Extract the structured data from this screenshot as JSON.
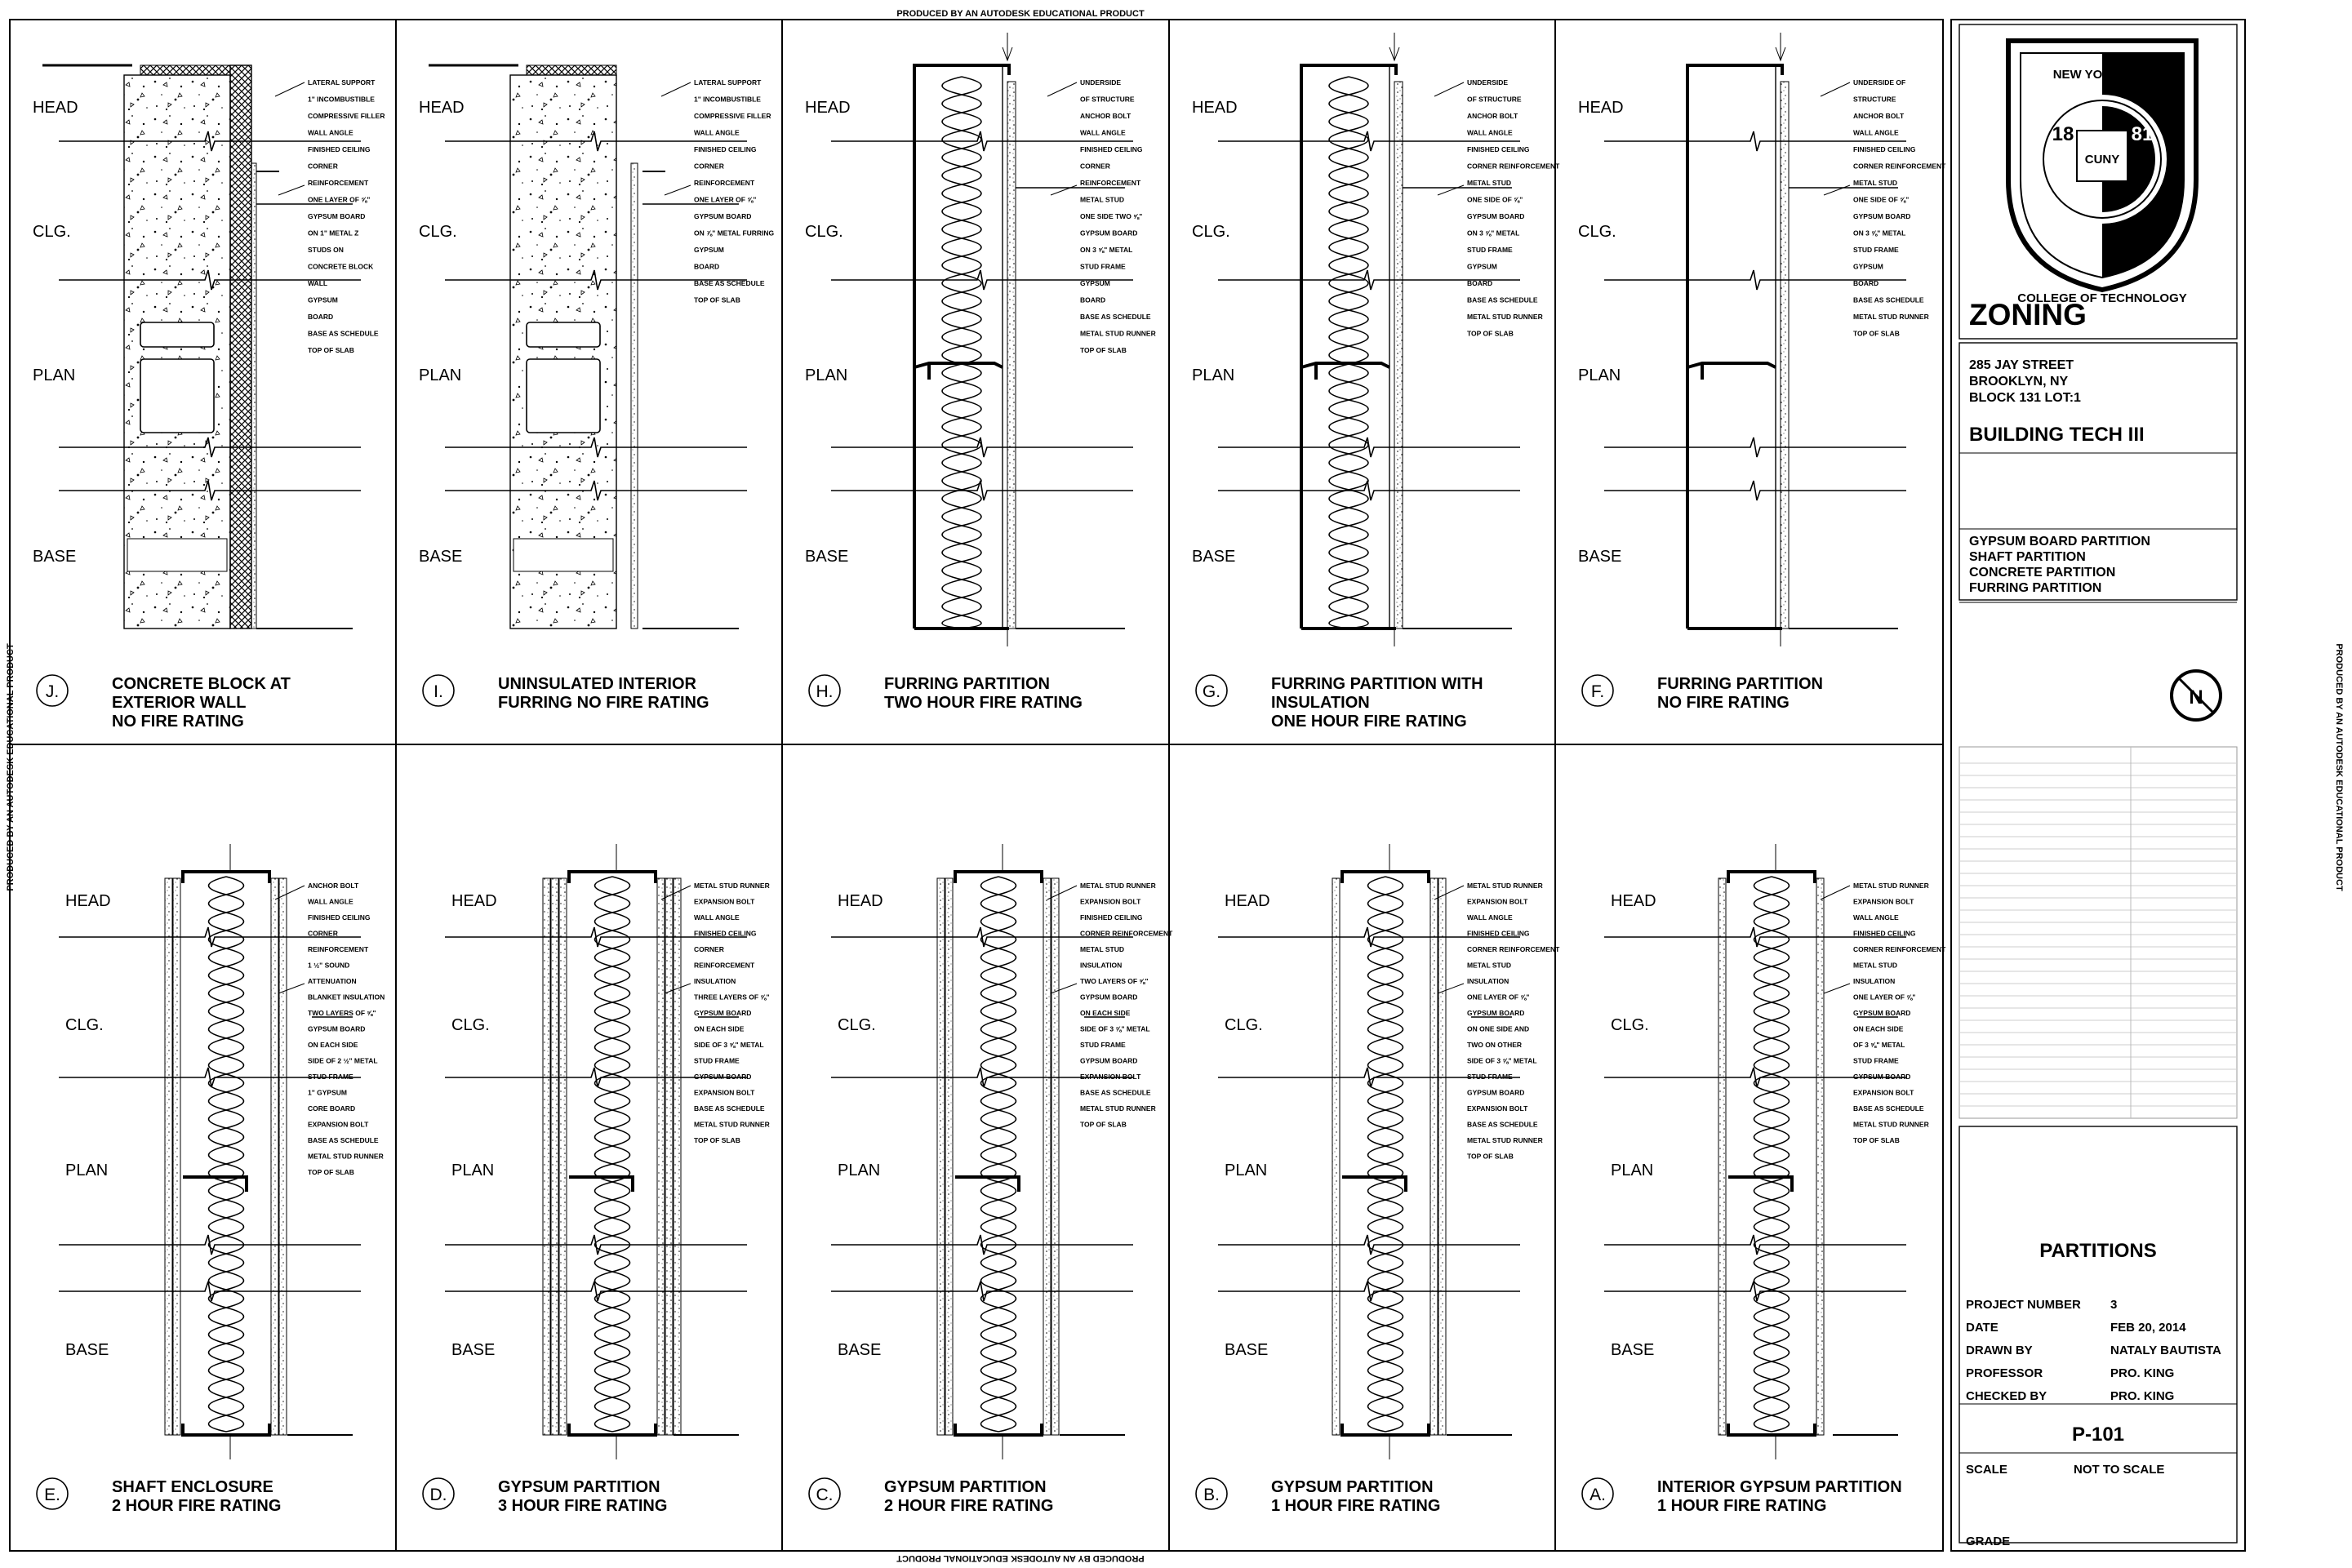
{
  "watermark": "PRODUCED BY AN AUTODESK EDUCATIONAL PRODUCT",
  "levels": [
    "HEAD",
    "CLG.",
    "PLAN",
    "BASE"
  ],
  "details": [
    {
      "id": "J.",
      "title": [
        "CONCRETE BLOCK AT",
        "EXTERIOR WALL",
        "NO FIRE RATING"
      ],
      "type": "block",
      "labels": [
        "LATERAL SUPPORT",
        "1\" INCOMBUSTIBLE",
        "COMPRESSIVE FILLER",
        "WALL ANGLE",
        "FINISHED CEILING",
        "CORNER",
        "REINFORCEMENT",
        "ONE LAYER OF ⅝\"",
        "GYPSUM BOARD",
        "ON 1\" METAL Z",
        "STUDS ON",
        "CONCRETE BLOCK",
        "WALL",
        "GYPSUM",
        "BOARD",
        "BASE AS SCHEDULE",
        "TOP OF SLAB"
      ]
    },
    {
      "id": "I.",
      "title": [
        "UNINSULATED INTERIOR",
        "FURRING NO FIRE RATING"
      ],
      "type": "block-uninsulated",
      "labels": [
        "LATERAL SUPPORT",
        "1\" INCOMBUSTIBLE",
        "COMPRESSIVE FILLER",
        "WALL ANGLE",
        "FINISHED CEILING",
        "CORNER",
        "REINFORCEMENT",
        "ONE LAYER OF ⅝\"",
        "GYPSUM BOARD",
        "ON ⅞\" METAL FURRING",
        "GYPSUM",
        "BOARD",
        "BASE AS SCHEDULE",
        "TOP OF SLAB"
      ]
    },
    {
      "id": "H.",
      "title": [
        "FURRING PARTITION",
        "TWO HOUR FIRE RATING"
      ],
      "type": "furring-insulated",
      "labels": [
        "UNDERSIDE",
        "OF STRUCTURE",
        "ANCHOR BOLT",
        "WALL ANGLE",
        "FINISHED CEILING",
        "CORNER",
        "REINFORCEMENT",
        "METAL STUD",
        "ONE SIDE TWO ⅝\"",
        "GYPSUM BOARD",
        "ON 3 ⅝\" METAL",
        "STUD FRAME",
        "GYPSUM",
        "BOARD",
        "BASE AS SCHEDULE",
        "METAL STUD RUNNER",
        "TOP OF SLAB"
      ]
    },
    {
      "id": "G.",
      "title": [
        "FURRING PARTITION WITH",
        "INSULATION",
        "ONE HOUR FIRE RATING"
      ],
      "type": "furring-insulated",
      "labels": [
        "UNDERSIDE",
        "OF STRUCTURE",
        "ANCHOR BOLT",
        "WALL ANGLE",
        "FINISHED CEILING",
        "CORNER REINFORCEMENT",
        "METAL STUD",
        "ONE SIDE OF ⅝\"",
        "GYPSUM BOARD",
        "ON 3 ⅝\" METAL",
        "STUD FRAME",
        "GYPSUM",
        "BOARD",
        "BASE AS SCHEDULE",
        "METAL STUD RUNNER",
        "TOP OF SLAB"
      ]
    },
    {
      "id": "F.",
      "title": [
        "FURRING PARTITION",
        "NO FIRE RATING"
      ],
      "type": "furring-empty",
      "labels": [
        "UNDERSIDE OF",
        "STRUCTURE",
        "ANCHOR BOLT",
        "WALL ANGLE",
        "FINISHED CEILING",
        "CORNER REINFORCEMENT",
        "METAL STUD",
        "ONE SIDE OF ⅝\"",
        "GYPSUM BOARD",
        "ON 3 ⅝\" METAL",
        "STUD FRAME",
        "GYPSUM",
        "BOARD",
        "BASE AS SCHEDULE",
        "METAL STUD RUNNER",
        "TOP OF SLAB"
      ]
    },
    {
      "id": "E.",
      "title": [
        "SHAFT ENCLOSURE",
        "2 HOUR FIRE RATING"
      ],
      "type": "shaft",
      "labels": [
        "ANCHOR BOLT",
        "WALL ANGLE",
        "FINISHED CEILING",
        "CORNER",
        "REINFORCEMENT",
        "1 ½\" SOUND",
        "ATTENUATION",
        "BLANKET INSULATION",
        "TWO LAYERS OF ⅝\"",
        "GYPSUM BOARD",
        "ON EACH SIDE",
        "SIDE OF 2 ½\" METAL",
        "STUD FRAME",
        "1\" GYPSUM",
        "CORE BOARD",
        "EXPANSION BOLT",
        "BASE AS SCHEDULE",
        "METAL STUD RUNNER",
        "TOP OF SLAB"
      ]
    },
    {
      "id": "D.",
      "title": [
        "GYPSUM  PARTITION",
        "3 HOUR FIRE RATING"
      ],
      "type": "gypsum-3",
      "labels": [
        "METAL STUD RUNNER",
        "EXPANSION BOLT",
        "WALL ANGLE",
        "FINISHED CEILING",
        "CORNER",
        "REINFORCEMENT",
        "INSULATION",
        "THREE LAYERS OF ⅝\"",
        "GYPSUM BOARD",
        "ON EACH SIDE",
        "SIDE OF 3 ⅝\" METAL",
        "STUD FRAME",
        "GYPSUM BOARD",
        "EXPANSION BOLT",
        "BASE AS SCHEDULE",
        "METAL STUD RUNNER",
        "TOP OF SLAB"
      ]
    },
    {
      "id": "C.",
      "title": [
        "GYPSUM PARTITION",
        "2 HOUR FIRE RATING"
      ],
      "type": "gypsum-2",
      "labels": [
        "METAL STUD RUNNER",
        "EXPANSION BOLT",
        "FINISHED CEILING",
        "CORNER REINFORCEMENT",
        "METAL STUD",
        "INSULATION",
        "TWO LAYERS OF ⅝\"",
        "GYPSUM BOARD",
        "ON EACH SIDE",
        "SIDE OF 3 ⅝\" METAL",
        "STUD FRAME",
        "GYPSUM BOARD",
        "EXPANSION BOLT",
        "BASE AS SCHEDULE",
        "METAL STUD RUNNER",
        "TOP OF SLAB"
      ]
    },
    {
      "id": "B.",
      "title": [
        "GYPSUM PARTITION",
        "1 HOUR FIRE RATING"
      ],
      "type": "gypsum-1b",
      "labels": [
        "METAL STUD RUNNER",
        "EXPANSION BOLT",
        "WALL ANGLE",
        "FINISHED CEILING",
        "CORNER REINFORCEMENT",
        "METAL STUD",
        "INSULATION",
        "ONE LAYER OF ⅝\"",
        "GYPSUM BOARD",
        "ON ONE SIDE AND",
        "TWO ON OTHER",
        "SIDE OF 3 ⅝\" METAL",
        "STUD FRAME",
        "GYPSUM BOARD",
        "EXPANSION BOLT",
        "BASE AS SCHEDULE",
        "METAL STUD RUNNER",
        "TOP OF SLAB"
      ]
    },
    {
      "id": "A.",
      "title": [
        "INTERIOR GYPSUM PARTITION",
        "1 HOUR FIRE RATING"
      ],
      "type": "gypsum-1a",
      "labels": [
        "METAL STUD RUNNER",
        "EXPANSION BOLT",
        "WALL ANGLE",
        "FINISHED CEILING",
        "CORNER REINFORCEMENT",
        "METAL STUD",
        "INSULATION",
        "ONE LAYER OF ⅝\"",
        "GYPSUM BOARD",
        "ON EACH SIDE",
        "OF 3 ⅝\" METAL",
        "STUD FRAME",
        "GYPSUM BOARD",
        "EXPANSION BOLT",
        "BASE AS SCHEDULE",
        "METAL STUD RUNNER",
        "TOP OF SLAB"
      ]
    }
  ],
  "titleblock": {
    "logo": {
      "ring": "NEW YORK CITY",
      "ring2": "COLLEGE OF TECHNOLOGY",
      "year_a": "18",
      "year_b": "81",
      "center": "CUNY"
    },
    "heading": "ZONING",
    "address": [
      "285 JAY STREET",
      "BROOKLYN, NY",
      "BLOCK 131 LOT:1"
    ],
    "course": "BUILDING TECH III",
    "topics": [
      "GYPSUM BOARD PARTITION",
      "SHAFT PARTITION",
      "CONCRETE PARTITION",
      "FURRING PARTITION"
    ],
    "north": "N",
    "sheet_title": "PARTITIONS",
    "fields": [
      {
        "label": "PROJECT NUMBER",
        "value": "3"
      },
      {
        "label": "DATE",
        "value": "FEB 20, 2014"
      },
      {
        "label": "DRAWN BY",
        "value": "NATALY BAUTISTA"
      },
      {
        "label": "PROFESSOR",
        "value": "PRO. KING"
      },
      {
        "label": "CHECKED BY",
        "value": "PRO. KING"
      }
    ],
    "sheet_number": "P-101",
    "scale_label": "SCALE",
    "scale_value": "NOT TO SCALE",
    "grade_label": "GRADE"
  }
}
